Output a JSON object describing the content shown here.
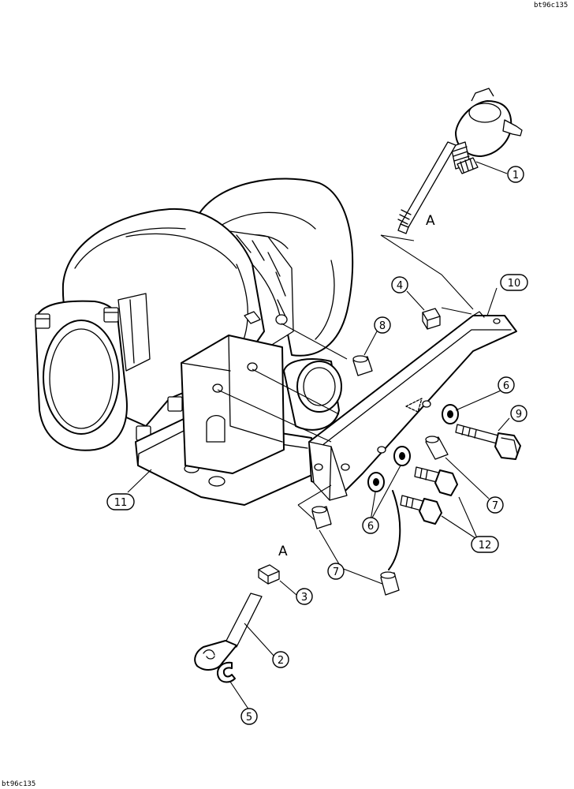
{
  "figure_id_top": "bt96c135",
  "figure_id_bottom": "bt96c135",
  "detail_labels": {
    "upper": "A",
    "lower": "A"
  },
  "callouts": [
    {
      "label": "1"
    },
    {
      "label": "2"
    },
    {
      "label": "3"
    },
    {
      "label": "4"
    },
    {
      "label": "5"
    },
    {
      "label": "6"
    },
    {
      "label": "6"
    },
    {
      "label": "7"
    },
    {
      "label": "7"
    },
    {
      "label": "8"
    },
    {
      "label": "9"
    },
    {
      "label": "10"
    },
    {
      "label": "11"
    },
    {
      "label": "12"
    }
  ]
}
